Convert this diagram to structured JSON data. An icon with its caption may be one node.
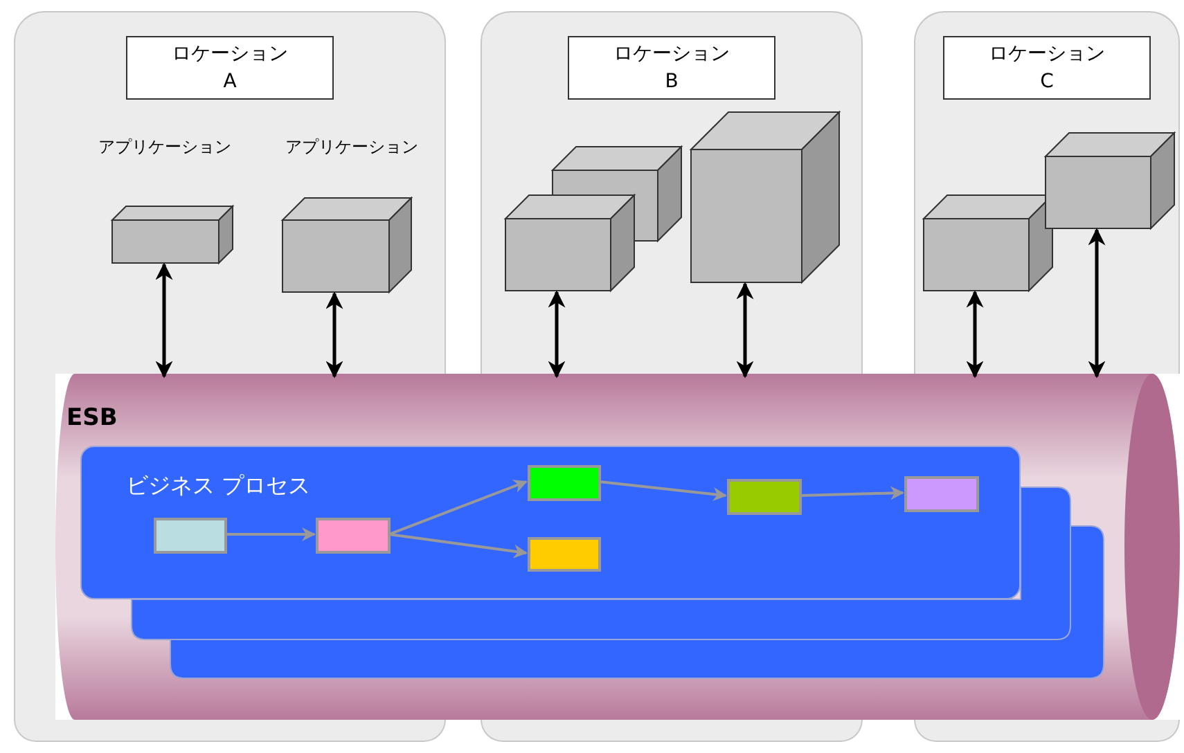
{
  "diagram": {
    "nodes": [
      {
        "text": [
          "ロケーション A"
        ]
      },
      {
        "text": [
          "アプリケーション"
        ],
        "in": 0
      },
      {
        "text": [
          "アプリケーション"
        ],
        "in": 0
      },
      {
        "text": [
          "ロケーション B"
        ]
      },
      {
        "text": [],
        "shape": "box",
        "in": 3
      },
      {
        "text": [],
        "shape": "box",
        "in": 3
      },
      {
        "text": [],
        "shape": "box",
        "in": 3
      },
      {
        "text": [
          "ロケーション C"
        ]
      },
      {
        "text": [],
        "shape": "box",
        "in": 7
      },
      {
        "text": [],
        "shape": "box",
        "in": 7
      },
      {
        "text": [
          "ESB"
        ]
      },
      {
        "text": [
          "ビジネス プロセス"
        ],
        "in": 10
      },
      {
        "text": [],
        "shape": "box",
        "in": 11
      },
      {
        "text": [],
        "shape": "box",
        "in": 11
      },
      {
        "text": [],
        "shape": "box",
        "in": 11
      },
      {
        "text": [],
        "shape": "box",
        "in": 11
      },
      {
        "text": [],
        "shape": "box",
        "in": 11
      },
      {
        "text": [],
        "shape": "box",
        "in": 11
      }
    ],
    "edges": [
      {
        "from": 1,
        "to": 10,
        "arrow": "both"
      },
      {
        "from": 2,
        "to": 10,
        "arrow": "both"
      },
      {
        "from": 5,
        "to": 10,
        "arrow": "both"
      },
      {
        "from": 6,
        "to": 10,
        "arrow": "both"
      },
      {
        "from": 8,
        "to": 10,
        "arrow": "both"
      },
      {
        "from": 9,
        "to": 10,
        "arrow": "both"
      },
      {
        "from": 12,
        "to": 13,
        "arrow": "to",
        "color": "#999999"
      },
      {
        "from": 13,
        "to": 14,
        "arrow": "to",
        "color": "#999999"
      },
      {
        "from": 13,
        "to": 15,
        "arrow": "to",
        "color": "#999999"
      },
      {
        "from": 14,
        "to": 16,
        "arrow": "to",
        "color": "#999999"
      },
      {
        "from": 16,
        "to": 17,
        "arrow": "to",
        "color": "#999999"
      }
    ]
  }
}
